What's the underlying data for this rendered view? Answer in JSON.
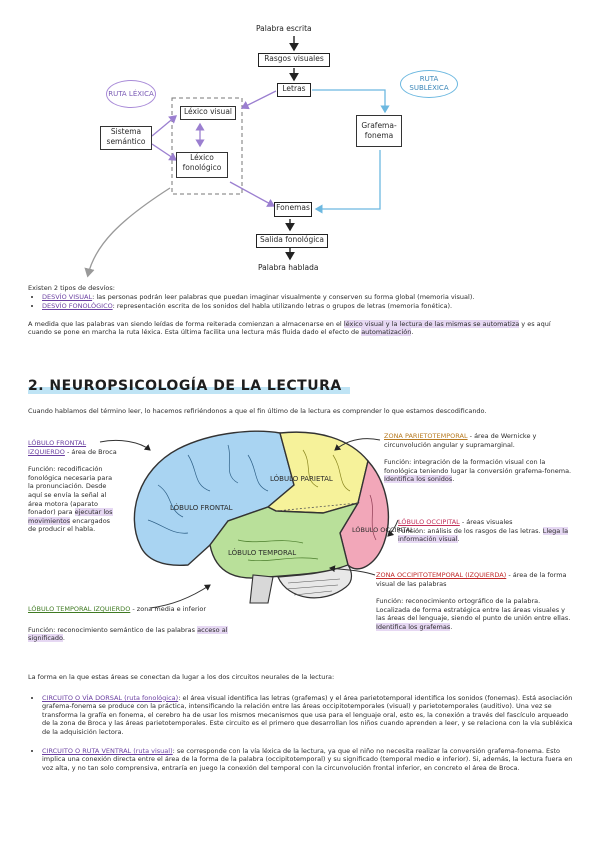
{
  "diagram": {
    "palabra_escrita": "Palabra escrita",
    "rasgos_visuales": "Rasgos visuales",
    "letras": "Letras",
    "ruta_lexica": "RUTA LÉXICA",
    "ruta_sublexica": "RUTA SUBLÉXICA",
    "lexico_visual": "Léxico visual",
    "sistema_semantico": "Sistema semántico",
    "lexico_fonologico": "Léxico fonológico",
    "grafema_fonema": "Grafema-fonema",
    "fonemas": "Fonemas",
    "salida_fonologica": "Salida fonológica",
    "palabra_hablada": "Palabra hablada"
  },
  "dyslexia": {
    "intro": "Existen 2 tipos de desvíos:",
    "items": [
      {
        "term": "DESVÍO VISUAL",
        "text": "las personas podrán leer palabras que puedan imaginar visualmente y conserven su forma global (memoria visual)."
      },
      {
        "term": "DESVÍO FONOLÓGICO",
        "text": "representación escrita de los sonidos del habla utilizando letras o grupos de letras (memoria fonética)."
      }
    ],
    "para_a": "A medida que las palabras van siendo leídas de forma reiterada comienzan a almacenarse en el",
    "para_hl": "léxico visual y la lectura de las mismas se automatiza",
    "para_b": "y es aquí cuando se pone en marcha la ruta léxica. Esta última facilita una lectura más fluida dado el efecto de",
    "para_hl2": "automatización",
    "para_end": "."
  },
  "section2": {
    "title": "2. NEUROPSICOLOGÍA DE LA LECTURA",
    "intro": "Cuando hablamos del término leer, lo hacemos refiriéndonos a que el fin último de la lectura es comprender lo que estamos descodificando."
  },
  "brain": {
    "frontal_label": "LÓBULO FRONTAL",
    "parietal_label": "LÓBULO PARIETAL",
    "temporal_label": "LÓBULO TEMPORAL",
    "occipital_label": "LÓBULO OCCIPITAL"
  },
  "left_notes": {
    "frontal_title": "LÓBULO FRONTAL IZQUIERDO",
    "frontal_area": "- área de Broca",
    "frontal_func": "Función: recodificación fonológica necesaria para la pronunciación. Desde aquí se envía la señal al área motora (aparato fonador) para",
    "frontal_func_hl": "ejecutar los movimientos",
    "frontal_func_end": "encargados de producir el habla.",
    "temporal_title": "LÓBULO TEMPORAL IZQUIERDO",
    "temporal_area": "- zona media e inferior",
    "temporal_func": "Función: reconocimiento semántico de las palabras",
    "temporal_func_hl": "acceso al significado",
    "temporal_func_end": "."
  },
  "right_notes": {
    "parieto_title": "ZONA PARIETOTEMPORAL",
    "parieto_area": "- área de Wernicke y circunvolución angular y supramarginal.",
    "parieto_func": "Función: integración de la formación visual con la fonológica teniendo lugar la conversión grafema-fonema.",
    "parieto_hl": "Identifica los sonidos",
    "parieto_end": ".",
    "occ_title": "LÓBULO OCCIPITAL",
    "occ_area": "- áreas visuales",
    "occ_func": "Función: análisis de los rasgos de las letras.",
    "occ_hl": "Llega la información visual",
    "occ_end": ".",
    "ot_title": "ZONA OCCIPITOTEMPORAL (IZQUIERDA)",
    "ot_area": "- área de la forma visual de las palabras",
    "ot_func": "Función: reconocimiento ortográfico de la palabra. Localizada de forma estratégica entre las áreas visuales y las áreas del lenguaje, siendo el punto de unión entre ellas.",
    "ot_hl": "Identifica los grafemas",
    "ot_end": "."
  },
  "circuits": {
    "intro": "La forma en la que estas áreas se conectan da lugar a los dos circuitos neurales de la lectura:",
    "items": [
      {
        "term": "CIRCUITO O VÍA DORSAL (ruta fonológica)",
        "text": "el área visual identifica las letras (grafemas) y el área parietotemporal identifica los sonidos (fonemas). Está asociación grafema-fonema se produce con la práctica, intensificando la relación entre las áreas occipitotemporales (visual) y parietotemporales (auditivo). Una vez se transforma la grafía en fonema, el cerebro ha de usar los mismos mecanismos que usa para el lenguaje oral, esto es, la conexión a través del fascículo arqueado de la zona de Broca y las áreas parietotemporales. Este circuito es el primero que desarrollan los niños cuando aprenden a leer, y se relaciona con la vía subléxica de la adquisición lectora."
      },
      {
        "term": "CIRCUITO O RUTA VENTRAL (ruta visual)",
        "text": "se corresponde con la vía léxica de la lectura, ya que el niño no necesita realizar la conversión grafema-fonema. Esto implica una conexión directa entre el área de la forma de la palabra (occipitotemporal) y su significado (temporal medio e inferior). Si, además, la lectura fuera en voz alta, y no tan solo comprensiva, entraría en juego la conexión del temporal con la circunvolución frontal inferior, en concreto el área de Broca."
      }
    ]
  }
}
